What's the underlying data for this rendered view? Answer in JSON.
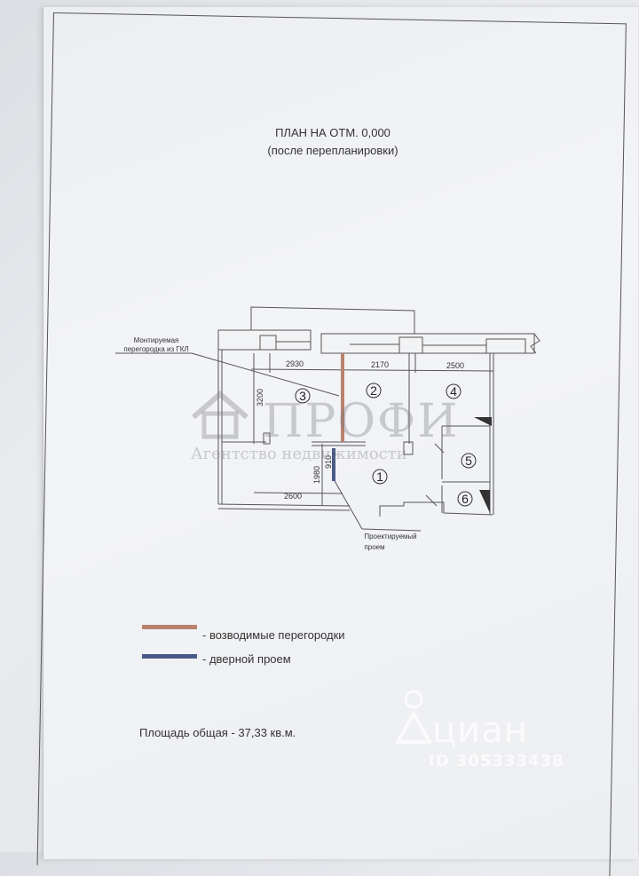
{
  "header": {
    "title": "ПЛАН НА ОТМ. 0,000",
    "subtitle": "(после перепланировки)"
  },
  "plan": {
    "dimensions": {
      "d2930": "2930",
      "d2170": "2170",
      "d2500": "2500",
      "d3200": "3200",
      "d2600": "2600",
      "d1980": "1980",
      "d910": "910"
    },
    "rooms": [
      "3",
      "2",
      "4",
      "1",
      "5",
      "6"
    ],
    "annotation_partition": [
      "Монтируемая",
      "перегородка из ГКЛ"
    ],
    "annotation_opening": [
      "Проектируемый",
      "проем"
    ]
  },
  "legend": {
    "items": [
      {
        "color": "#b9826e",
        "label": "- возводимые перегородки"
      },
      {
        "color": "#4a5a86",
        "label": "- дверной проем"
      }
    ]
  },
  "footer": {
    "total_area": "Площадь общая - 37,33 кв.м."
  },
  "watermarks": {
    "agency_name": "ПРОФИ",
    "agency_tagline": "Агентство недвижимости",
    "cian_name": "циан",
    "cian_id": "ID 305333438"
  }
}
